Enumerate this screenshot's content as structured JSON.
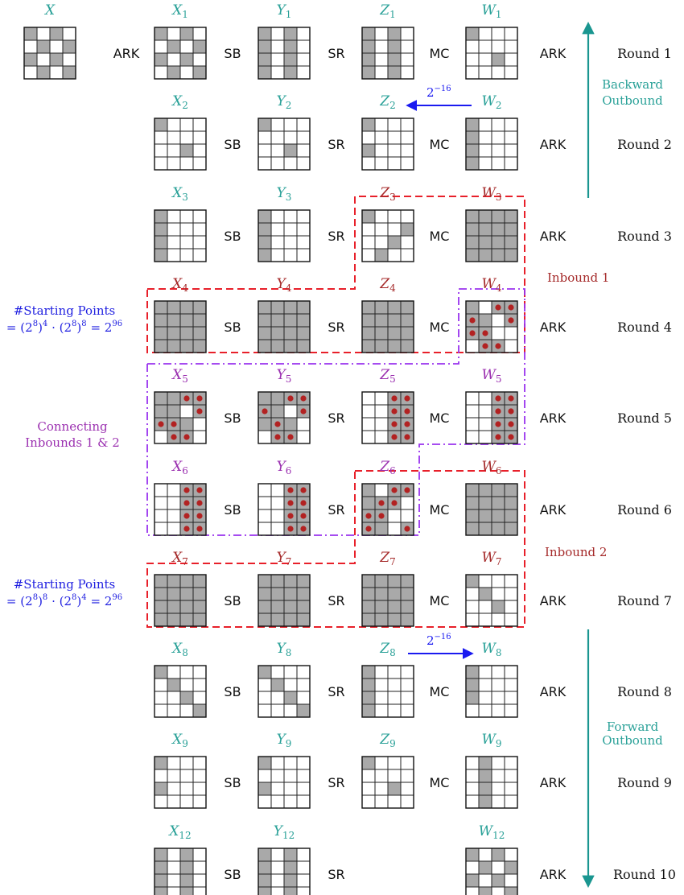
{
  "colors": {
    "outbound_text": "#2aa198",
    "inbound_text": "#a52a2a",
    "connecting_text": "#9b30b0",
    "starting_points_text": "#1f1fe0",
    "cell_fill": "#a9a9a9",
    "dot": "#b22222",
    "red_dash": "#e8202a",
    "purple_dash": "#9933ee",
    "teal_arrow": "#1a9690",
    "blue_arrow": "#1a1af0"
  },
  "ops": {
    "ark": "ARK",
    "sb": "SB",
    "sr": "SR",
    "mc": "MC"
  },
  "rounds": [
    {
      "label": "Round 1",
      "pre_ark": true,
      "post_op": "ARK",
      "states": [
        {
          "base": "X",
          "sub": "1",
          "color": "outbound",
          "cells": "1010010110100101",
          "dots": ""
        },
        {
          "base": "Y",
          "sub": "1",
          "color": "outbound",
          "cells": "1010101010101010",
          "dots": ""
        },
        {
          "base": "Z",
          "sub": "1",
          "color": "outbound",
          "cells": "1010101010101010",
          "dots": ""
        },
        {
          "base": "W",
          "sub": "1",
          "color": "outbound",
          "cells": "1000000000100000",
          "dots": ""
        }
      ]
    },
    {
      "label": "Round 2",
      "post_op": "ARK",
      "states": [
        {
          "base": "X",
          "sub": "2",
          "color": "outbound",
          "cells": "1000000000100000",
          "dots": ""
        },
        {
          "base": "Y",
          "sub": "2",
          "color": "outbound",
          "cells": "1000000000100000",
          "dots": ""
        },
        {
          "base": "Z",
          "sub": "2",
          "color": "outbound",
          "cells": "1000000010000000",
          "dots": ""
        },
        {
          "base": "W",
          "sub": "2",
          "color": "outbound",
          "cells": "1000100010001000",
          "dots": ""
        }
      ]
    },
    {
      "label": "Round 3",
      "post_op": "ARK",
      "states": [
        {
          "base": "X",
          "sub": "3",
          "color": "outbound",
          "cells": "1000100010001000",
          "dots": ""
        },
        {
          "base": "Y",
          "sub": "3",
          "color": "outbound",
          "cells": "1000100010001000",
          "dots": ""
        },
        {
          "base": "Z",
          "sub": "3",
          "color": "inbound",
          "cells": "1000000100100100",
          "dots": ""
        },
        {
          "base": "W",
          "sub": "3",
          "color": "inbound",
          "cells": "1111111111111111",
          "dots": ""
        }
      ]
    },
    {
      "label": "Round 4",
      "post_op": "ARK",
      "states": [
        {
          "base": "X",
          "sub": "4",
          "color": "inbound",
          "cells": "1111111111111111",
          "dots": ""
        },
        {
          "base": "Y",
          "sub": "4",
          "color": "inbound",
          "cells": "1111111111111111",
          "dots": ""
        },
        {
          "base": "Z",
          "sub": "4",
          "color": "inbound",
          "cells": "1111111111111111",
          "dots": ""
        },
        {
          "base": "W",
          "sub": "4",
          "color": "inbound",
          "cells": "1011110111000110",
          "dots": "0011100111000110"
        }
      ]
    },
    {
      "label": "Round 5",
      "post_op": "ARK",
      "states": [
        {
          "base": "X",
          "sub": "5",
          "color": "connecting",
          "cells": "1111110111100110",
          "dots": "0011000111000110"
        },
        {
          "base": "Y",
          "sub": "5",
          "color": "connecting",
          "cells": "1111110111100110",
          "dots": "0011100101000110"
        },
        {
          "base": "Z",
          "sub": "5",
          "color": "connecting",
          "cells": "0011001100110011",
          "dots": "0011001100110011"
        },
        {
          "base": "W",
          "sub": "5",
          "color": "connecting",
          "cells": "0011001100110011",
          "dots": "0011001100110011"
        }
      ]
    },
    {
      "label": "Round 6",
      "post_op": "ARK",
      "states": [
        {
          "base": "X",
          "sub": "6",
          "color": "connecting",
          "cells": "0011001100110011",
          "dots": "0011001100110011"
        },
        {
          "base": "Y",
          "sub": "6",
          "color": "connecting",
          "cells": "0011001100110011",
          "dots": "0011001100110011"
        },
        {
          "base": "Z",
          "sub": "6",
          "color": "connecting",
          "cells": "1011111011001101",
          "dots": "0011011011001001"
        },
        {
          "base": "W",
          "sub": "6",
          "color": "inbound",
          "cells": "1111111111111111",
          "dots": ""
        }
      ]
    },
    {
      "label": "Round 7",
      "post_op": "ARK",
      "states": [
        {
          "base": "X",
          "sub": "7",
          "color": "inbound",
          "cells": "1111111111111111",
          "dots": ""
        },
        {
          "base": "Y",
          "sub": "7",
          "color": "inbound",
          "cells": "1111111111111111",
          "dots": ""
        },
        {
          "base": "Z",
          "sub": "7",
          "color": "inbound",
          "cells": "1111111111111111",
          "dots": ""
        },
        {
          "base": "W",
          "sub": "7",
          "color": "inbound",
          "cells": "1000010000100000",
          "dots": ""
        }
      ]
    },
    {
      "label": "Round 8",
      "post_op": "ARK",
      "states": [
        {
          "base": "X",
          "sub": "8",
          "color": "outbound",
          "cells": "1000010000100001",
          "dots": ""
        },
        {
          "base": "Y",
          "sub": "8",
          "color": "outbound",
          "cells": "1000010000100001",
          "dots": ""
        },
        {
          "base": "Z",
          "sub": "8",
          "color": "outbound",
          "cells": "1000100010001000",
          "dots": ""
        },
        {
          "base": "W",
          "sub": "8",
          "color": "outbound",
          "cells": "1000100010000000",
          "dots": ""
        }
      ]
    },
    {
      "label": "Round 9",
      "post_op": "ARK",
      "states": [
        {
          "base": "X",
          "sub": "9",
          "color": "outbound",
          "cells": "1000000010000000",
          "dots": ""
        },
        {
          "base": "Y",
          "sub": "9",
          "color": "outbound",
          "cells": "1000000010000000",
          "dots": ""
        },
        {
          "base": "Z",
          "sub": "9",
          "color": "outbound",
          "cells": "1000000000100000",
          "dots": ""
        },
        {
          "base": "W",
          "sub": "9",
          "color": "outbound",
          "cells": "0100010001000100",
          "dots": ""
        }
      ]
    },
    {
      "label": "Round 10",
      "post_op": "ARK",
      "states": [
        {
          "base": "X",
          "sub": "12",
          "color": "outbound",
          "cells": "1010101010101010",
          "dots": ""
        },
        {
          "base": "Y",
          "sub": "12",
          "color": "outbound",
          "cells": "1010101010101010",
          "dots": ""
        },
        null,
        {
          "base": "W",
          "sub": "12",
          "color": "outbound",
          "cells": "1010010110100101",
          "dots": ""
        }
      ]
    }
  ],
  "initial_state": {
    "base": "X",
    "color": "outbound",
    "cells": "1010010110100101"
  },
  "side_labels": {
    "backward_outbound": [
      "Backward",
      "Outbound"
    ],
    "forward_outbound": [
      "Forward",
      "Outbound"
    ],
    "inbound_1": "Inbound 1",
    "inbound_2": "Inbound 2",
    "connecting": [
      "Connecting",
      "Inbounds 1 & 2"
    ],
    "starting_points_title": "#Starting Points",
    "starting_points_1": {
      "exp_a": "4",
      "exp_b": "8",
      "result_exp": "96"
    },
    "starting_points_2": {
      "exp_a": "8",
      "exp_b": "4",
      "result_exp": "96"
    },
    "base_two_eight": "(2",
    "eight": "8",
    "equals_two": "= 2",
    "equals_prefix": "=",
    "dot_op": "·"
  },
  "probability_arrows": [
    {
      "round": 2,
      "direction": "left",
      "base": "2",
      "exp": "−16"
    },
    {
      "round": 8,
      "direction": "right",
      "base": "2",
      "exp": "−16"
    }
  ]
}
